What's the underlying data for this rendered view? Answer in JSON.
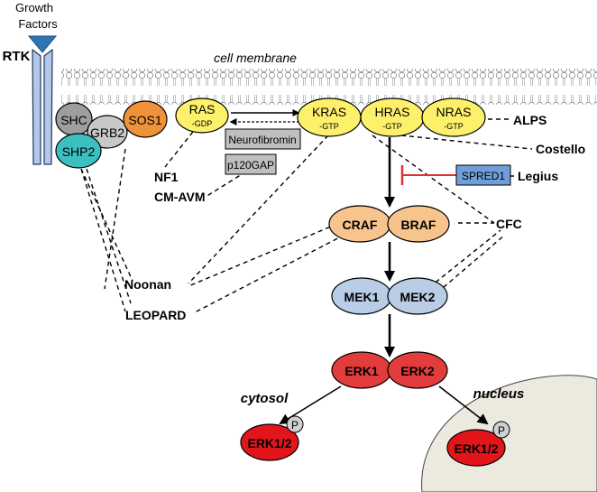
{
  "labels": {
    "growth_factors_line1": "Growth",
    "growth_factors_line2": "Factors",
    "rtk": "RTK",
    "cell_membrane": "cell membrane",
    "cytosol": "cytosol",
    "nucleus": "nucleus"
  },
  "proteins": {
    "shc": "SHC",
    "grb2": "GRB2",
    "shp2": "SHP2",
    "sos1": "SOS1",
    "ras": "RAS",
    "ras_gdp": "-GDP",
    "kras": "KRAS",
    "hras": "HRAS",
    "nras": "NRAS",
    "gtp": "-GTP",
    "neurofibromin": "Neurofibromin",
    "p120gap": "p120GAP",
    "spred1": "SPRED1",
    "craf": "CRAF",
    "braf": "BRAF",
    "mek1": "MEK1",
    "mek2": "MEK2",
    "erk1": "ERK1",
    "erk2": "ERK2",
    "erk12": "ERK1/2",
    "phospho": "P"
  },
  "syndromes": {
    "alps": "ALPS",
    "costello": "Costello",
    "legius": "Legius",
    "nf1": "NF1",
    "cm_avm": "CM-AVM",
    "cfc": "CFC",
    "noonan": "Noonan",
    "leopard": "LEOPARD"
  },
  "colors": {
    "rtk": "#b4c7e7",
    "shc": "#9e9e9e",
    "grb2": "#c8c8c8",
    "shp2": "#3cbfbf",
    "sos1": "#f0923a",
    "ras_family": "#fdf06a",
    "raf": "#f8c48e",
    "mek": "#b9cde6",
    "erk": "#e33c3c",
    "erk_active": "#e2151b",
    "gray_box": "#bfbfbf",
    "spred1": "#6f9fd8",
    "inhibit": "#e03030",
    "nucleus": "#ece9df"
  }
}
